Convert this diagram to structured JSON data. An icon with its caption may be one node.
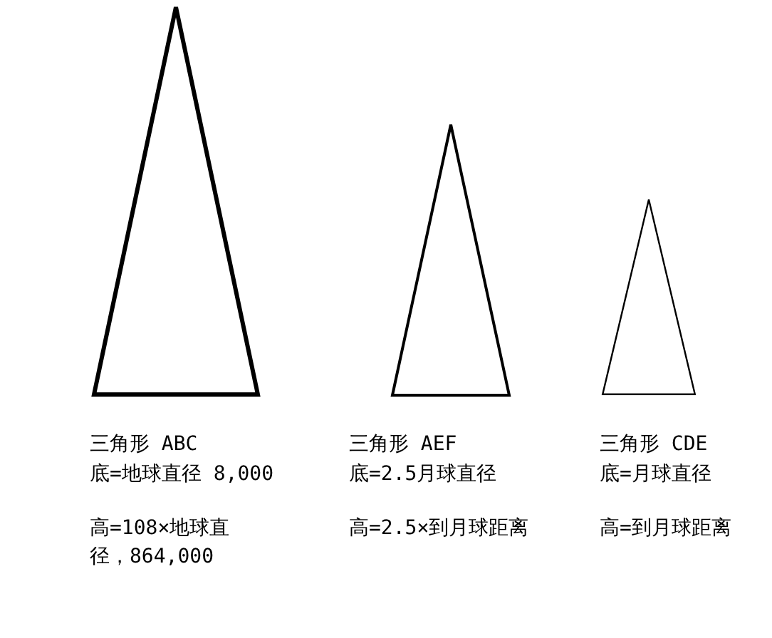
{
  "diagram": {
    "nodes": [
      {
        "text": [],
        "shape": "triangle",
        "beside": [
          "三角形 ABC",
          "底=地球直径 8,000",
          "高=108×地球直径，864,000"
        ]
      },
      {
        "text": [],
        "shape": "triangle",
        "beside": [
          "三角形 AEF",
          "底=2.5月球直径",
          "高=2.5×到月球距离"
        ]
      },
      {
        "text": [],
        "shape": "triangle",
        "beside": [
          "三角形 CDE",
          "底=月球直径",
          "高=到月球距离"
        ]
      }
    ]
  }
}
